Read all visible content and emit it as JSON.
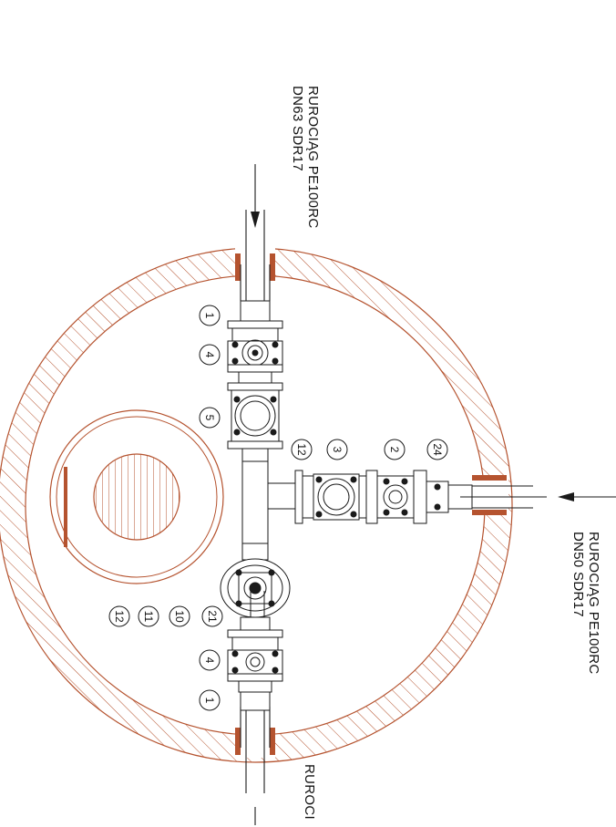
{
  "pipe_labels": {
    "top": {
      "line1": "RUROCIĄG PE100RC",
      "line2": "DN63 SDR17"
    },
    "right": {
      "line1": "RUROCIĄG PE100RC",
      "line2": "DN50 SDR17"
    },
    "bottom": {
      "line1": "RUROCI"
    }
  },
  "callouts": {
    "left_upper": [
      "1",
      "4",
      "5"
    ],
    "branch": [
      "12",
      "3",
      "2",
      "24"
    ],
    "left_lower": [
      "12",
      "11",
      "10",
      "21"
    ],
    "left_bottom": [
      "4",
      "1"
    ]
  },
  "colors": {
    "wall": "#b5532f",
    "seal": "#b5532f",
    "line": "#1a1a1a"
  }
}
